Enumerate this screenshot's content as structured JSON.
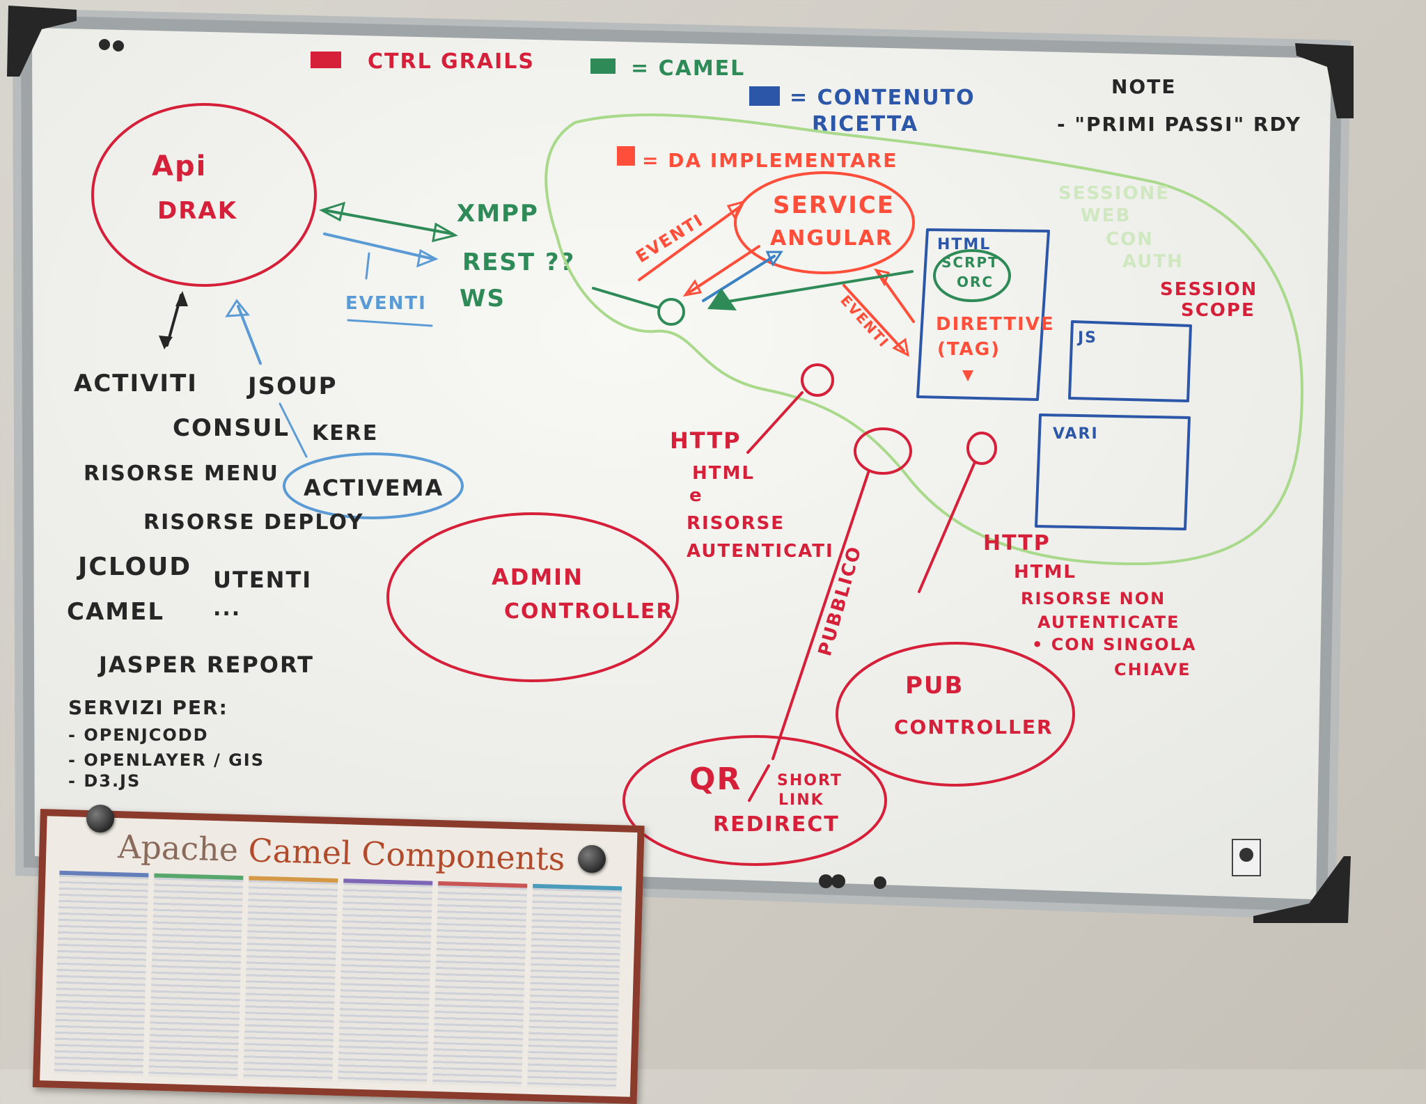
{
  "board": {
    "legend": {
      "red": "CTRL GRAILS",
      "green": "= CAMEL",
      "blue_1": "= CONTENUTO",
      "blue_2": "RICETTA",
      "red_todo": "= DA IMPLEMENTARE"
    },
    "note": {
      "line1": "NOTE",
      "line2": "- \"PRIMI PASSI\"  RDY"
    },
    "api": {
      "line1": "Api",
      "line2": "DRAK"
    },
    "protocols": {
      "xmpp": "XMPP",
      "rest": "REST ??",
      "ws": "WS",
      "eventi": "EVENTI"
    },
    "left_list": {
      "activiti": "ACTIVITI",
      "jsoup": "JSOUP",
      "consul": "CONSUL",
      "kere": "KERE",
      "risorse_menu": "RISORSE MENU",
      "activema": "ACTIVEMA",
      "risorse_deploy": "RISORSE DEPLOY",
      "jcloud": "JCLOUD",
      "utenti": "UTENTI",
      "camel": "CAMEL",
      "dots": "...",
      "jasper": "JASPER REPORT",
      "servizi": "SERVIZI PER:",
      "s1": "- OPENJCODD",
      "s2": "- OPENLAYER / GIS",
      "s3": "- D3.JS"
    },
    "angular": {
      "eventi": "EVENTI",
      "service_1": "SERVICE",
      "service_2": "ANGULAR",
      "eventi_2": "EVENTI",
      "html": "HTML",
      "script": "SCRPT",
      "script_2": "ORC",
      "direttive_1": "DIRETTIVE",
      "direttive_2": "(TAG)",
      "js": "JS",
      "vari": "VARI",
      "faded_1": "SESSIONE",
      "faded_2": "WEB",
      "faded_3": "CON",
      "faded_4": "AUTH",
      "session_1": "SESSION",
      "session_2": "SCOPE"
    },
    "admin": {
      "line1": "ADMIN",
      "line2": "CONTROLLER"
    },
    "http_left": {
      "l1": "HTTP",
      "l2": "HTML",
      "l3": "e",
      "l4": "RISORSE",
      "l5": "AUTENTICATI"
    },
    "http_right": {
      "l1": "HTTP",
      "l2": "HTML",
      "l3": "RISORSE NON",
      "l4": "AUTENTICATE",
      "l5": "• CON SINGOLA",
      "l6": "CHIAVE"
    },
    "pubblico": "PUBBLICO",
    "pub": {
      "line1": "PUB",
      "line2": "CONTROLLER"
    },
    "qr": {
      "qr": "QR",
      "short": "SHORT",
      "link": "LINK",
      "redirect": "REDIRECT"
    }
  },
  "poster": {
    "title_part1": "Apache ",
    "title_part2": "Camel Components"
  },
  "colors": {
    "red": "#d6203a",
    "green": "#2e8a57",
    "blue": "#2c57a8",
    "black": "#262626",
    "light_green": "#a9d98a",
    "orange": "#ff4e3a",
    "light_blue": "#5b9bd5"
  }
}
